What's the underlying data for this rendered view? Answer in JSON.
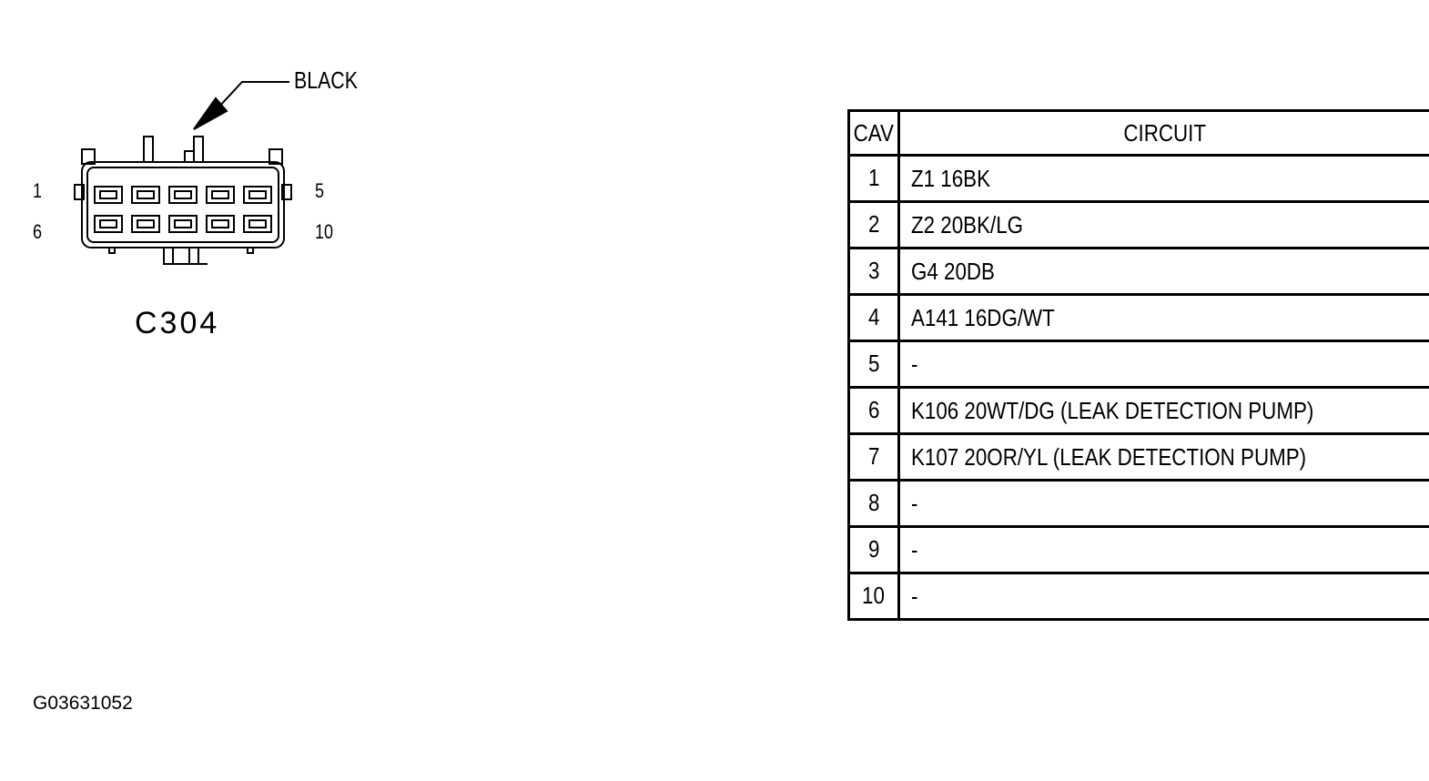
{
  "connector": {
    "name": "C304",
    "color_label": "BLACK",
    "pin_labels": {
      "top_left": "1",
      "top_right": "5",
      "bottom_left": "6",
      "bottom_right": "10"
    }
  },
  "table": {
    "headers": {
      "cav": "CAV",
      "circuit": "CIRCUIT"
    },
    "rows": [
      {
        "cav": "1",
        "circuit": "Z1 16BK"
      },
      {
        "cav": "2",
        "circuit": "Z2 20BK/LG"
      },
      {
        "cav": "3",
        "circuit": "G4 20DB"
      },
      {
        "cav": "4",
        "circuit": "A141 16DG/WT"
      },
      {
        "cav": "5",
        "circuit": "-"
      },
      {
        "cav": "6",
        "circuit": "K106 20WT/DG (LEAK DETECTION PUMP)"
      },
      {
        "cav": "7",
        "circuit": "K107 20OR/YL (LEAK DETECTION PUMP)"
      },
      {
        "cav": "8",
        "circuit": "-"
      },
      {
        "cav": "9",
        "circuit": "-"
      },
      {
        "cav": "10",
        "circuit": "-"
      }
    ]
  },
  "figure_id": "G03631052"
}
